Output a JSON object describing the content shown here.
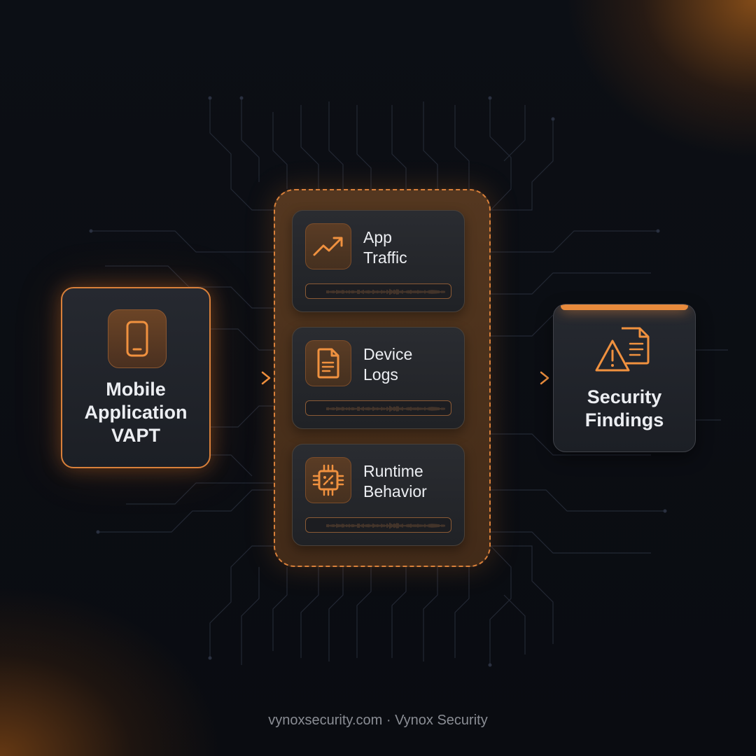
{
  "source": {
    "title_lines": [
      "Mobile",
      "Application",
      "VAPT"
    ],
    "icon": "smartphone-icon"
  },
  "data_sources": [
    {
      "label_lines": [
        "App",
        "Traffic"
      ],
      "icon": "trend-up-icon"
    },
    {
      "label_lines": [
        "Device",
        "Logs"
      ],
      "icon": "document-icon"
    },
    {
      "label_lines": [
        "Runtime",
        "Behavior"
      ],
      "icon": "cpu-chip-icon"
    }
  ],
  "output": {
    "title_lines": [
      "Security",
      "Findings"
    ],
    "icon": "warning-document-icon"
  },
  "footer": {
    "text": "vynoxsecurity.com · Vynox Security"
  },
  "colors": {
    "accent": "#e88a3c",
    "background": "#0b0d12",
    "card": "#23262c",
    "text": "#eceef2",
    "muted": "#8a8d94"
  }
}
